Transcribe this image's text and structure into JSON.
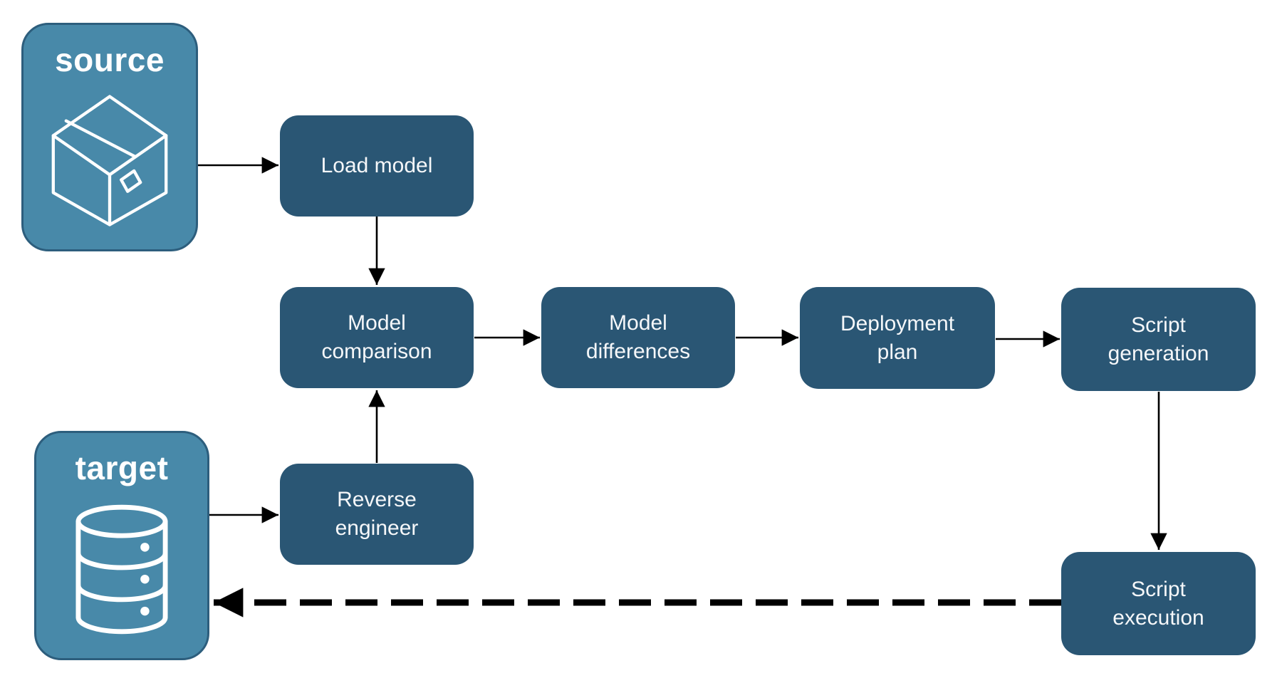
{
  "diagram": {
    "background": "#ffffff",
    "colors": {
      "node_fill": "#2A5674",
      "node_text": "#ffffff",
      "endpoint_fill": "#4889A9",
      "endpoint_border": "#2D5E7D",
      "endpoint_text": "#ffffff",
      "arrow": "#000000"
    },
    "endpoints": {
      "source": {
        "label": "source",
        "icon": "package-icon"
      },
      "target": {
        "label": "target",
        "icon": "database-icon"
      }
    },
    "nodes": [
      {
        "id": "load-model",
        "label": "Load model"
      },
      {
        "id": "model-comparison",
        "label": "Model comparison"
      },
      {
        "id": "model-differences",
        "label": "Model differences"
      },
      {
        "id": "deployment-plan",
        "label": "Deployment plan"
      },
      {
        "id": "script-generation",
        "label": "Script generation"
      },
      {
        "id": "reverse-engineer",
        "label": "Reverse engineer"
      },
      {
        "id": "script-execution",
        "label": "Script execution"
      }
    ],
    "edges": [
      {
        "from": "source",
        "to": "load-model",
        "style": "solid"
      },
      {
        "from": "load-model",
        "to": "model-comparison",
        "style": "solid"
      },
      {
        "from": "target",
        "to": "reverse-engineer",
        "style": "solid"
      },
      {
        "from": "reverse-engineer",
        "to": "model-comparison",
        "style": "solid"
      },
      {
        "from": "model-comparison",
        "to": "model-differences",
        "style": "solid"
      },
      {
        "from": "model-differences",
        "to": "deployment-plan",
        "style": "solid"
      },
      {
        "from": "deployment-plan",
        "to": "script-generation",
        "style": "solid"
      },
      {
        "from": "script-generation",
        "to": "script-execution",
        "style": "solid"
      },
      {
        "from": "script-execution",
        "to": "target",
        "style": "dashed"
      }
    ]
  }
}
